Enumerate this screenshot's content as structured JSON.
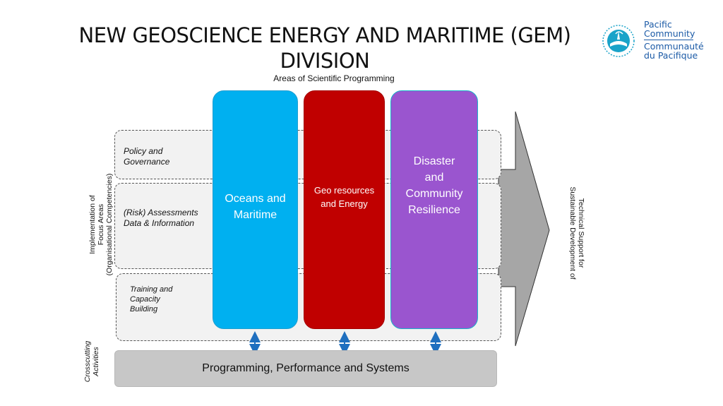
{
  "header": {
    "title_line1": "NEW GEOSCIENCE ENERGY AND MARITIME (GEM)",
    "title_line2": "DIVISION",
    "subtitle": "Areas of Scientific Programming"
  },
  "logo": {
    "line1": "Pacific",
    "line2": "Community",
    "line3": "Communauté",
    "line4": "du Pacifique",
    "color": "#1b5aa6"
  },
  "bands": [
    {
      "label": "Policy and\nGovernance"
    },
    {
      "label": "(Risk) Assessments\nData & Information"
    },
    {
      "label": "Training and\nCapacity\nBuilding"
    }
  ],
  "pillars": [
    {
      "label": "Oceans and\nMaritime",
      "color": "#00b0f0"
    },
    {
      "label": "Geo resources\nand   Energy",
      "color": "#c00000"
    },
    {
      "label": "Disaster\nand\nCommunity\nResilience",
      "color": "#9a55cf"
    }
  ],
  "left_labels": {
    "implementation": "Implementation of\nFocus Areas\n(Organisational Competencies)",
    "crosscutting": "Crosscutting\nActivities"
  },
  "right_label": "Technical Support for\nSustainable Development of",
  "bottom_bar": {
    "label": "Programming, Performance and Systems"
  }
}
